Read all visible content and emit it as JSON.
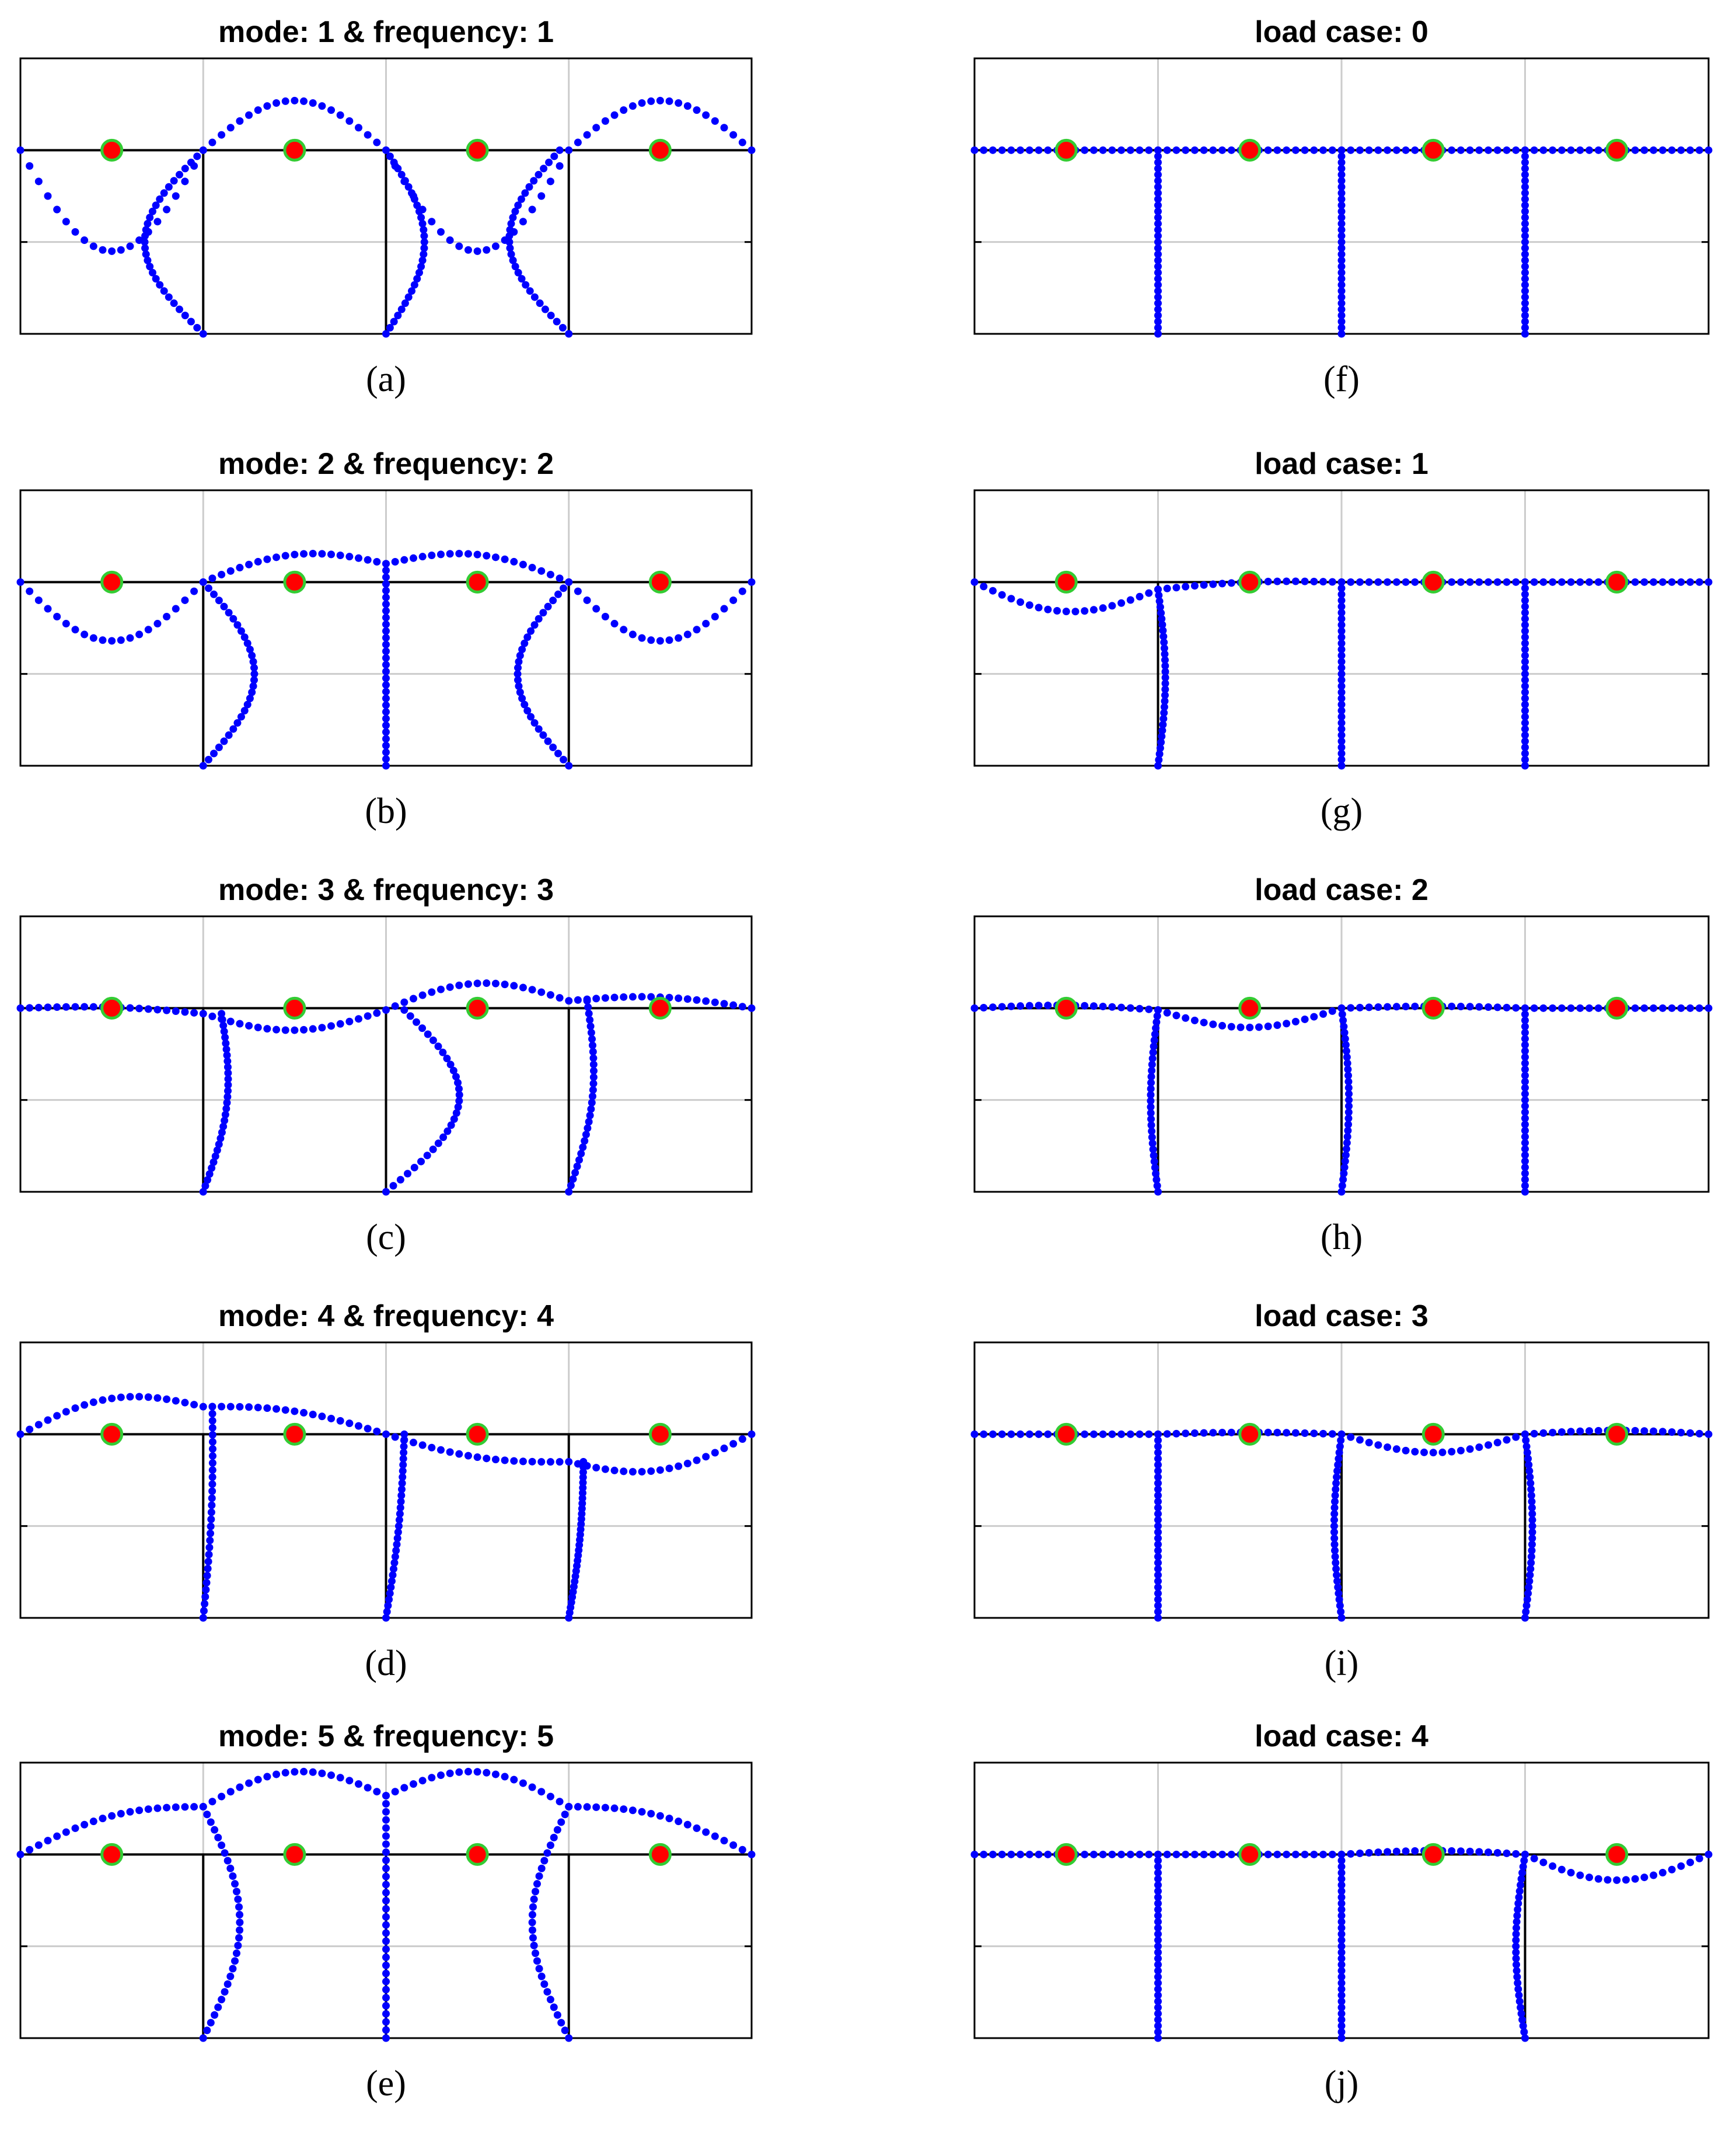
{
  "colors": {
    "deformed_shape": "#0000ff",
    "undeformed_frame": "#000000",
    "sensor_fill": "#ff0000",
    "sensor_edge": "#33cc33",
    "grid": "#cccccc",
    "axes": "#000000"
  },
  "panels": [
    {
      "caption": "(a)",
      "title": "mode: 1 & frequency: 1"
    },
    {
      "caption": "(b)",
      "title": "mode: 2 & frequency: 2"
    },
    {
      "caption": "(c)",
      "title": "mode: 3 & frequency: 3"
    },
    {
      "caption": "(d)",
      "title": "mode: 4 & frequency: 4"
    },
    {
      "caption": "(e)",
      "title": "mode: 5 & frequency: 5"
    },
    {
      "caption": "(f)",
      "title": "load case: 0"
    },
    {
      "caption": "(g)",
      "title": "load case: 1"
    },
    {
      "caption": "(h)",
      "title": "load case: 2"
    },
    {
      "caption": "(i)",
      "title": "load case: 3"
    },
    {
      "caption": "(j)",
      "title": "load case: 4"
    }
  ],
  "chart_data": [
    {
      "type": "scatter",
      "title": "mode: 1 & frequency: 1",
      "xlim": [
        0,
        4
      ],
      "ylim": [
        -1,
        0.5
      ],
      "grid": true,
      "sensors_x": [
        0.5,
        1.5,
        2.5,
        3.5
      ],
      "sensors_y": [
        0,
        0,
        0,
        0
      ],
      "beam": {
        "nodes": [
          0,
          1,
          2,
          3,
          4
        ],
        "v": [
          0,
          0,
          0,
          0,
          0
        ],
        "mid_sag": [
          -0.55,
          0.27,
          -0.55,
          0.27
        ]
      },
      "columns": [
        {
          "x": 1,
          "top_dx": 0,
          "mid_dx": -0.32
        },
        {
          "x": 2,
          "top_dx": 0,
          "mid_dx": 0.21
        },
        {
          "x": 3,
          "top_dx": -0.05,
          "mid_dx": -0.3
        }
      ]
    },
    {
      "type": "scatter",
      "title": "mode: 2 & frequency: 2",
      "xlim": [
        0,
        4
      ],
      "ylim": [
        -1,
        0.5
      ],
      "grid": true,
      "sensors_x": [
        0.5,
        1.5,
        2.5,
        3.5
      ],
      "sensors_y": [
        0,
        0,
        0,
        0
      ],
      "beam": {
        "nodes": [
          0,
          1,
          2,
          3,
          4
        ],
        "v": [
          0,
          0,
          0.1,
          0,
          0
        ],
        "mid_sag": [
          -0.32,
          0.1,
          0.1,
          -0.32
        ]
      },
      "columns": [
        {
          "x": 1,
          "top_dx": 0,
          "mid_dx": 0.28
        },
        {
          "x": 2,
          "top_dx": 0,
          "mid_dx": 0
        },
        {
          "x": 3,
          "top_dx": 0,
          "mid_dx": -0.28
        }
      ]
    },
    {
      "type": "scatter",
      "title": "mode: 3 & frequency: 3",
      "xlim": [
        0,
        4
      ],
      "ylim": [
        -1,
        0.5
      ],
      "grid": true,
      "sensors_x": [
        0.5,
        1.5,
        2.5,
        3.5
      ],
      "sensors_y": [
        0,
        0,
        0,
        0
      ],
      "beam": {
        "nodes": [
          0,
          1,
          2,
          3,
          4
        ],
        "v": [
          0,
          -0.03,
          -0.01,
          0.04,
          0
        ],
        "mid_sag": [
          0.02,
          -0.1,
          0.12,
          0.04
        ]
      },
      "columns": [
        {
          "x": 1,
          "top_dx": 0.1,
          "mid_dx": 0.08
        },
        {
          "x": 2,
          "top_dx": 0.1,
          "mid_dx": 0.35
        },
        {
          "x": 3,
          "top_dx": 0.1,
          "mid_dx": 0.08
        }
      ]
    },
    {
      "type": "scatter",
      "title": "mode: 4 & frequency: 4",
      "xlim": [
        0,
        4
      ],
      "ylim": [
        -1,
        0.5
      ],
      "grid": true,
      "sensors_x": [
        0.5,
        1.5,
        2.5,
        3.5
      ],
      "sensors_y": [
        0,
        0,
        0,
        0
      ],
      "beam": {
        "nodes": [
          0,
          1,
          2,
          3,
          4
        ],
        "v": [
          0,
          0.15,
          0,
          -0.15,
          0
        ],
        "mid_sag": [
          0.12,
          0.05,
          -0.05,
          -0.12
        ]
      },
      "columns": [
        {
          "x": 1,
          "top_dx": 0.05,
          "mid_dx": 0.02
        },
        {
          "x": 2,
          "top_dx": 0.1,
          "mid_dx": 0.02
        },
        {
          "x": 3,
          "top_dx": 0.08,
          "mid_dx": 0.02
        }
      ]
    },
    {
      "type": "scatter",
      "title": "mode: 5 & frequency: 5",
      "xlim": [
        0,
        4
      ],
      "ylim": [
        -1,
        0.5
      ],
      "grid": true,
      "sensors_x": [
        0.5,
        1.5,
        2.5,
        3.5
      ],
      "sensors_y": [
        0,
        0,
        0,
        0
      ],
      "beam": {
        "nodes": [
          0,
          1,
          2,
          3,
          4
        ],
        "v": [
          0,
          0.26,
          0.32,
          0.26,
          0
        ],
        "mid_sag": [
          0.08,
          0.16,
          0.16,
          0.08
        ]
      },
      "columns": [
        {
          "x": 1,
          "top_dx": 0,
          "mid_dx": 0.2
        },
        {
          "x": 2,
          "top_dx": 0,
          "mid_dx": 0
        },
        {
          "x": 3,
          "top_dx": 0,
          "mid_dx": -0.2
        }
      ]
    },
    {
      "type": "scatter",
      "title": "load case: 0",
      "xlim": [
        0,
        4
      ],
      "ylim": [
        -1,
        0.5
      ],
      "grid": true,
      "sensors_x": [
        0.5,
        1.5,
        2.5,
        3.5
      ],
      "sensors_y": [
        0,
        0,
        0,
        0
      ],
      "beam": {
        "nodes": [
          0,
          1,
          2,
          3,
          4
        ],
        "v": [
          0,
          0,
          0,
          0,
          0
        ],
        "mid_sag": [
          0,
          0,
          0,
          0
        ]
      },
      "columns": [
        {
          "x": 1,
          "top_dx": 0,
          "mid_dx": 0
        },
        {
          "x": 2,
          "top_dx": 0,
          "mid_dx": 0
        },
        {
          "x": 3,
          "top_dx": 0,
          "mid_dx": 0
        }
      ]
    },
    {
      "type": "scatter",
      "title": "load case: 1",
      "xlim": [
        0,
        4
      ],
      "ylim": [
        -1,
        0.5
      ],
      "grid": true,
      "sensors_x": [
        0.5,
        1.5,
        2.5,
        3.5
      ],
      "sensors_y": [
        0,
        0,
        0,
        0
      ],
      "beam": {
        "nodes": [
          0,
          1,
          2,
          3,
          4
        ],
        "v": [
          0,
          -0.04,
          0,
          0,
          0
        ],
        "mid_sag": [
          -0.14,
          0.02,
          0,
          0
        ]
      },
      "columns": [
        {
          "x": 1,
          "top_dx": 0,
          "mid_dx": 0.04
        },
        {
          "x": 2,
          "top_dx": 0,
          "mid_dx": 0
        },
        {
          "x": 3,
          "top_dx": 0,
          "mid_dx": 0
        }
      ]
    },
    {
      "type": "scatter",
      "title": "load case: 2",
      "xlim": [
        0,
        4
      ],
      "ylim": [
        -1,
        0.5
      ],
      "grid": true,
      "sensors_x": [
        0.5,
        1.5,
        2.5,
        3.5
      ],
      "sensors_y": [
        0,
        0,
        0,
        0
      ],
      "beam": {
        "nodes": [
          0,
          1,
          2,
          3,
          4
        ],
        "v": [
          0,
          -0.01,
          0,
          0,
          0
        ],
        "mid_sag": [
          0.02,
          -0.1,
          0.01,
          0
        ]
      },
      "columns": [
        {
          "x": 1,
          "top_dx": 0,
          "mid_dx": -0.04
        },
        {
          "x": 2,
          "top_dx": 0,
          "mid_dx": 0.04
        },
        {
          "x": 3,
          "top_dx": 0,
          "mid_dx": 0
        }
      ]
    },
    {
      "type": "scatter",
      "title": "load case: 3",
      "xlim": [
        0,
        4
      ],
      "ylim": [
        -1,
        0.5
      ],
      "grid": true,
      "sensors_x": [
        0.5,
        1.5,
        2.5,
        3.5
      ],
      "sensors_y": [
        0,
        0,
        0,
        0
      ],
      "beam": {
        "nodes": [
          0,
          1,
          2,
          3,
          4
        ],
        "v": [
          0,
          0,
          0,
          0,
          0
        ],
        "mid_sag": [
          0,
          0.01,
          -0.1,
          0.02
        ]
      },
      "columns": [
        {
          "x": 1,
          "top_dx": 0,
          "mid_dx": 0
        },
        {
          "x": 2,
          "top_dx": 0,
          "mid_dx": -0.04
        },
        {
          "x": 3,
          "top_dx": 0,
          "mid_dx": 0.04
        }
      ]
    },
    {
      "type": "scatter",
      "title": "load case: 4",
      "xlim": [
        0,
        4
      ],
      "ylim": [
        -1,
        0.5
      ],
      "grid": true,
      "sensors_x": [
        0.5,
        1.5,
        2.5,
        3.5
      ],
      "sensors_y": [
        0,
        0,
        0,
        0
      ],
      "beam": {
        "nodes": [
          0,
          1,
          2,
          3,
          4
        ],
        "v": [
          0,
          0,
          0,
          0,
          0
        ],
        "mid_sag": [
          0,
          0,
          0.02,
          -0.14
        ]
      },
      "columns": [
        {
          "x": 1,
          "top_dx": 0,
          "mid_dx": 0
        },
        {
          "x": 2,
          "top_dx": 0,
          "mid_dx": 0
        },
        {
          "x": 3,
          "top_dx": 0,
          "mid_dx": -0.05
        }
      ]
    }
  ]
}
